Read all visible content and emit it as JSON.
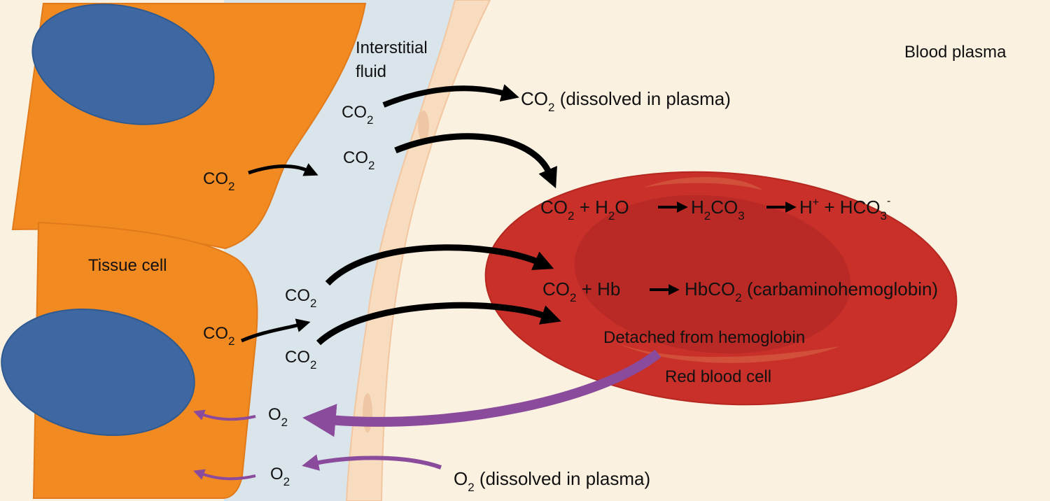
{
  "colors": {
    "plasma": "#faf1e0",
    "interstitial_fluid": "#dae5eb",
    "capillary_wall": "#f8dcc0",
    "tissue_cell": "#f28a22",
    "nucleus": "#3f68a2",
    "red_blood_cell": "#c9302a",
    "co2_arrow": "#000000",
    "o2_arrow": "#8a4b9c"
  },
  "labels": {
    "interstitial_line1": "Interstitial",
    "interstitial_line2": "fluid",
    "blood_plasma": "Blood plasma",
    "tissue_cell": "Tissue cell",
    "red_blood_cell": "Red blood cell",
    "detached": "Detached from hemoglobin"
  },
  "co2": {
    "base": "CO",
    "sub": "2"
  },
  "o2": {
    "base": "O",
    "sub": "2"
  },
  "co2_dissolved": {
    "base": "CO",
    "sub": "2",
    "rest": " (dissolved  in plasma)"
  },
  "o2_dissolved": {
    "base": "O",
    "sub": "2",
    "rest": " (dissolved in plasma)"
  },
  "equation1": {
    "a": "CO",
    "a_sub": "2",
    "plus1": " + H",
    "b_sub": "2",
    "b_end": "O",
    "c": "H",
    "c_sub": "2",
    "c_mid": "CO",
    "c_sub2": "3",
    "d": "H",
    "d_sup": "+",
    "plus2": " + HCO",
    "e_sub": "3",
    "e_sup": "-"
  },
  "equation2": {
    "a": "CO",
    "a_sub": "2",
    "plus": " + Hb",
    "b": "HbCO",
    "b_sub": "2",
    "rest": " (carbaminohemoglobin)"
  }
}
